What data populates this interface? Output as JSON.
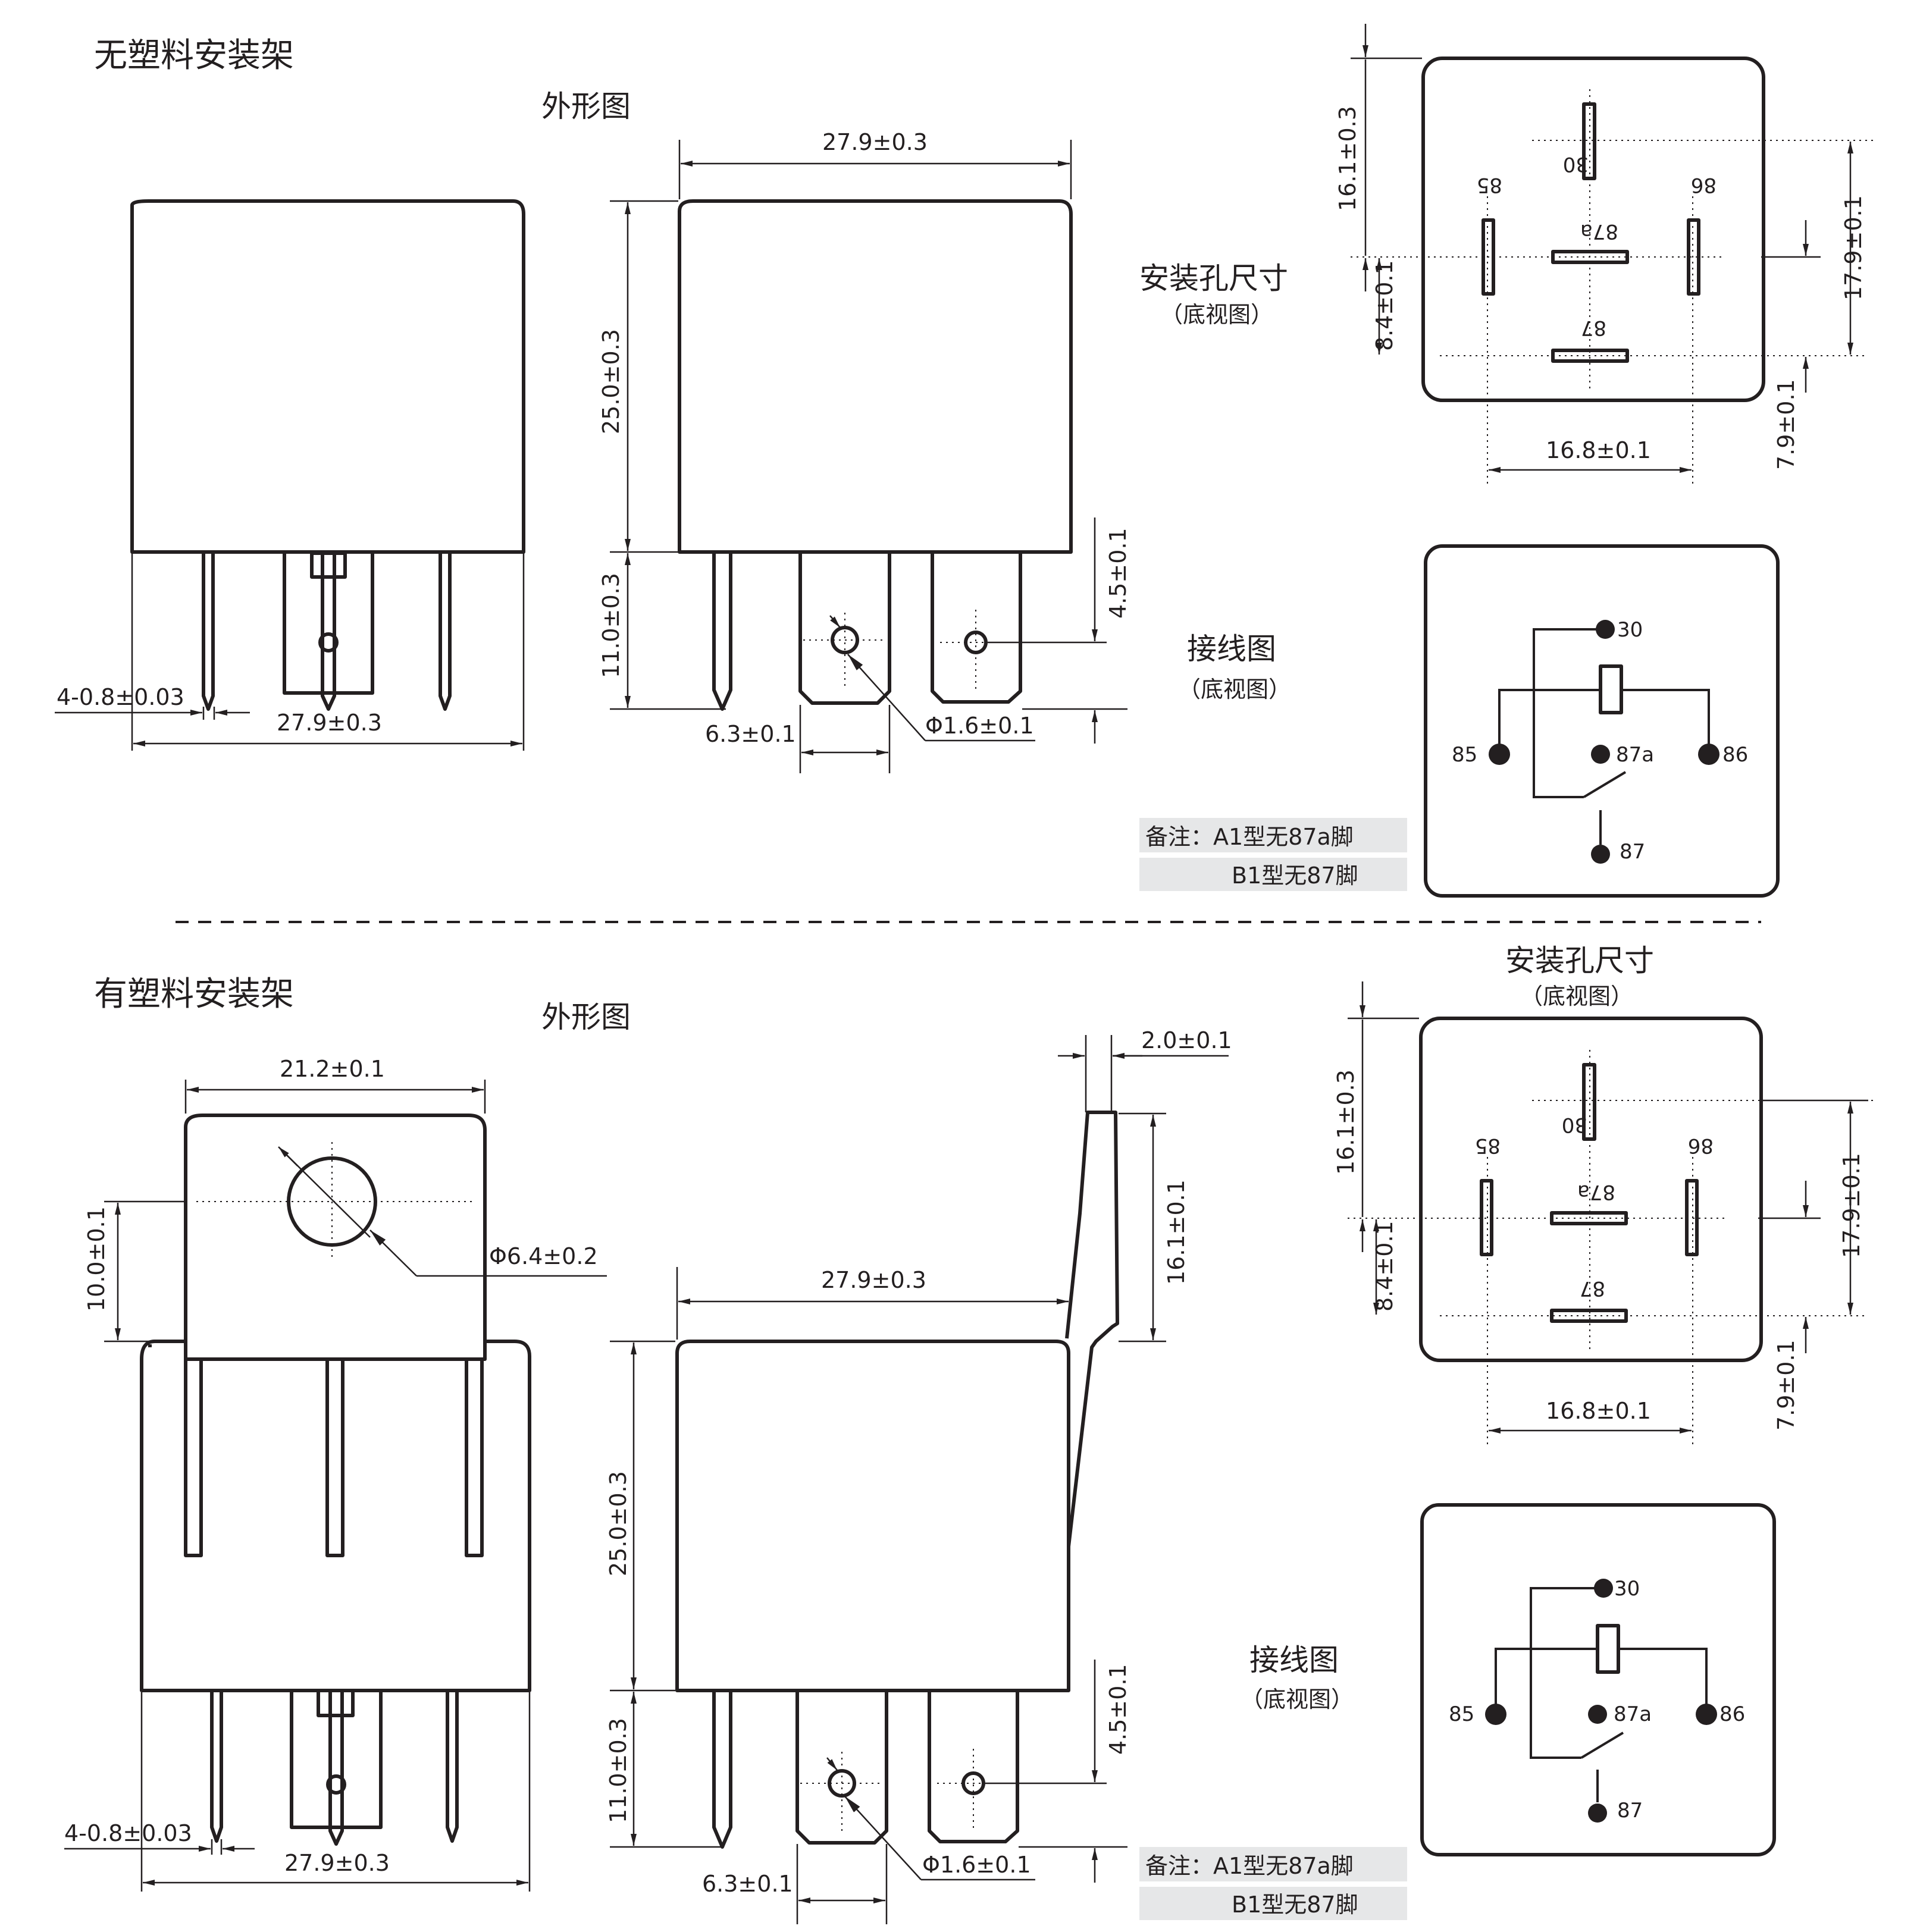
{
  "sections": [
    {
      "heading": "无塑料安装架",
      "outline_title": "外形图",
      "mount_title": "安装孔尺寸",
      "mount_subtitle": "（底视图）",
      "wiring_title": "接线图",
      "wiring_subtitle": "（底视图）",
      "dims": {
        "width": "27.9±0.3",
        "height": "25.0±0.3",
        "pin_length": "11.0±0.3",
        "tab_hole": "4.5±0.1",
        "pin_thickness": "4-0.8±0.03",
        "bottom_width": "27.9±0.3",
        "tab_pitch": "6.3±0.1",
        "hole_dia": "Φ1.6±0.1",
        "mount_top": "16.1±0.3",
        "mount_right": "17.9±0.1",
        "mount_mid": "8.4±0.1",
        "mount_bottom_right": "7.9±0.1",
        "mount_width": "16.8±0.1"
      },
      "pins": {
        "p30": "30",
        "p85": "85",
        "p86": "86",
        "p87a": "87a",
        "p87": "87"
      },
      "note": {
        "line1": "备注：A1型无87a脚",
        "line2": "B1型无87脚"
      }
    },
    {
      "heading": "有塑料安装架",
      "outline_title": "外形图",
      "mount_title": "安装孔尺寸",
      "mount_subtitle": "（底视图）",
      "wiring_title": "接线图",
      "wiring_subtitle": "（底视图）",
      "dims": {
        "bracket_width": "21.2±0.1",
        "bracket_height": "10.0±0.1",
        "bracket_hole": "Φ6.4±0.2",
        "bracket_thickness": "2.0±0.1",
        "bracket_side": "16.1±0.1",
        "width": "27.9±0.3",
        "height": "25.0±0.3",
        "pin_length": "11.0±0.3",
        "tab_hole": "4.5±0.1",
        "pin_thickness": "4-0.8±0.03",
        "bottom_width": "27.9±0.3",
        "tab_pitch": "6.3±0.1",
        "hole_dia": "Φ1.6±0.1",
        "mount_top": "16.1±0.3",
        "mount_right": "17.9±0.1",
        "mount_mid": "8.4±0.1",
        "mount_bottom_right": "7.9±0.1",
        "mount_width": "16.8±0.1"
      },
      "pins": {
        "p30": "30",
        "p85": "85",
        "p86": "86",
        "p87a": "87a",
        "p87": "87"
      },
      "note": {
        "line1": "备注：A1型无87a脚",
        "line2": "B1型无87脚"
      }
    }
  ]
}
